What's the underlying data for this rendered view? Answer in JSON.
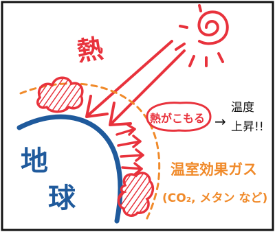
{
  "labels": {
    "heat": "熱",
    "earth_1": "地",
    "earth_2": "球",
    "heat_trapped": "熱がこもる",
    "arrow_right": "→",
    "temp_1": "温度",
    "temp_2": "上昇!!",
    "ghg_title": "温室効果ガス",
    "ghg_detail": "(CO₂, メタン など)"
  },
  "colors": {
    "red": "#e8323c",
    "blue": "#1f5a9c",
    "orange": "#f08a2a",
    "black": "#111111"
  },
  "icons": [
    "sun-icon",
    "cloud-icon"
  ]
}
